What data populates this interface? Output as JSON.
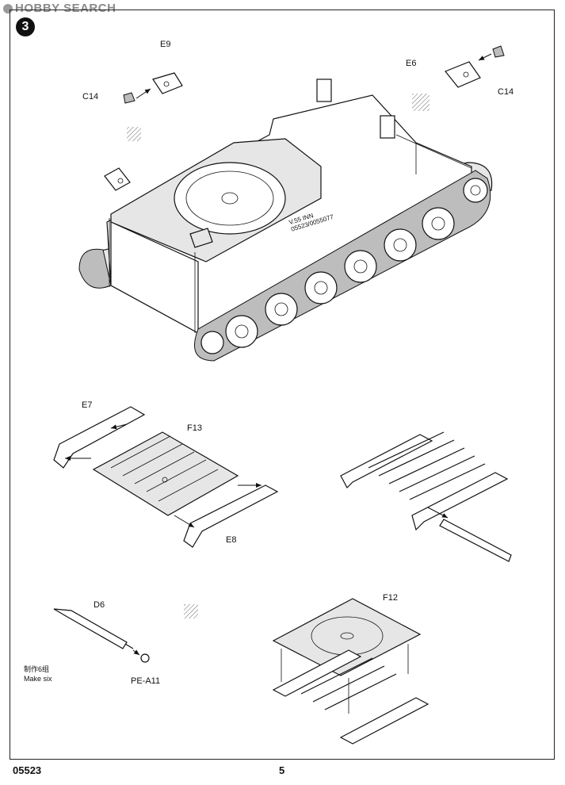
{
  "watermark": {
    "text": "HOBBY SEARCH"
  },
  "step": {
    "number": "3"
  },
  "labels": {
    "e9": "E9",
    "c14_left": "C14",
    "e6": "E6",
    "c14_right": "C14",
    "e7": "E7",
    "f13": "F13",
    "e8": "E8",
    "d6": "D6",
    "pe_a11": "PE-A11",
    "f12": "F12"
  },
  "hull_marking": {
    "line1": "V.55 INN",
    "line2": "05523/0055077"
  },
  "note": {
    "chinese": "制作6组",
    "english": "Make six"
  },
  "footer": {
    "code": "05523",
    "page": "5"
  }
}
